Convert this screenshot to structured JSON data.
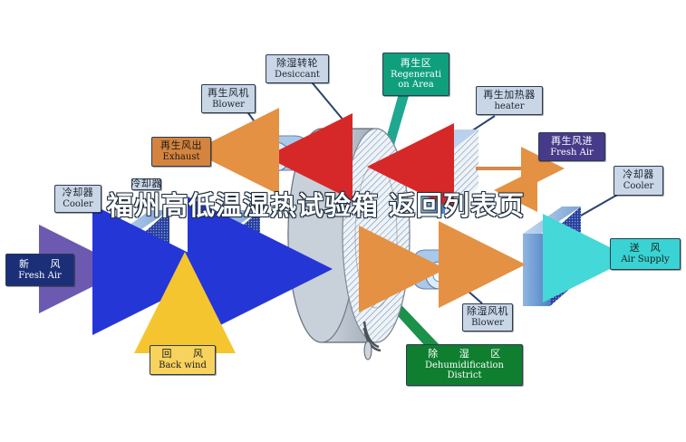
{
  "colors": {
    "panel_blue": "#5b8ec8",
    "panel_blue_light": "#b6d1ef",
    "grid_dark": "#233a9c",
    "desiccant_gray": "#b4bdc7",
    "desiccant_light": "#d6dde4",
    "arrow_red": "#d62828",
    "arrow_orange": "#e49143",
    "arrow_blue": "#2536d7",
    "arrow_yellow": "#f5c52f",
    "arrow_cyan": "#45d8d8",
    "callout_green": "#0b8b45",
    "callout_teal": "#12a38a"
  },
  "watermark": {
    "text": "福州高低温湿热试验箱 返回列表页"
  },
  "labels": {
    "desiccant": {
      "cn": "除湿转轮",
      "en": "Desiccant"
    },
    "regeneration_area": {
      "cn": "再生区",
      "en1": "Regenerati",
      "en2": "on Area"
    },
    "regen_blower": {
      "cn": "再生风机",
      "en": "Blower"
    },
    "regen_heater": {
      "cn": "再生加热器",
      "en": "heater"
    },
    "exhaust": {
      "cn": "再生风出",
      "en": "Exhaust"
    },
    "fresh_air_regen": {
      "cn": "再生风进",
      "en": "Fresh Air"
    },
    "cooler_left": {
      "cn": "冷却器",
      "en": "Cooler"
    },
    "cooler_left_top_fragment": {
      "cn": "冷却器"
    },
    "cooler_right": {
      "cn": "冷却器",
      "en": "Cooler"
    },
    "fresh_air_in": {
      "cn": "新　　风",
      "en": "Fresh Air"
    },
    "supply_air": {
      "cn": "送　风",
      "en": "Air Supply"
    },
    "return_air": {
      "cn": "回　　风",
      "en": "Back wind"
    },
    "dehumid_blower": {
      "cn": "除湿风机",
      "en": "Blower"
    },
    "dehumid_district": {
      "cn": "除　　湿　　区",
      "en1": "Dehumidification",
      "en2": "District"
    }
  }
}
